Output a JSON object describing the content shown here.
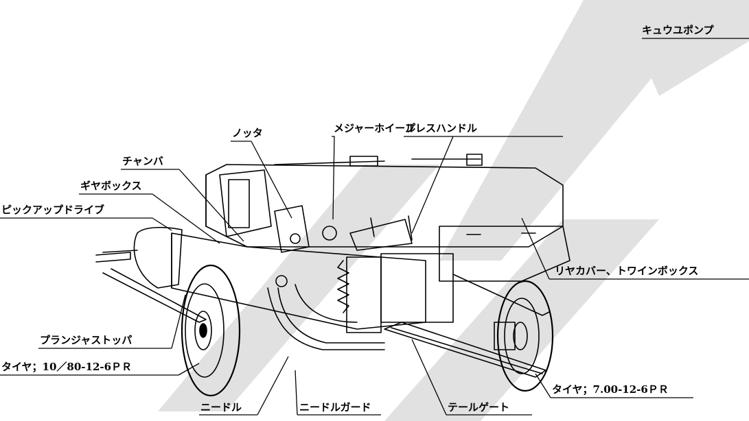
{
  "labels": {
    "fuel_pump": "キュウユポンプ",
    "knotter": "ノッタ",
    "measure_wheel": "メジャーホイール",
    "press_handle": "プレスハンドル",
    "chamber": "チャンバ",
    "gearbox": "ギヤボックス",
    "pickup_drive": "ピックアップドライブ",
    "rear_cover": "リヤカバー、トワインボックス",
    "plunger_stopper": "プランジャストッパ",
    "tire_left": "タイヤ；10／80-12-6ＰＲ",
    "tire_right": "タイヤ；7.00-12-6ＰＲ",
    "needle": "ニードル",
    "needle_guard": "ニードルガード",
    "tailgate": "テールゲート"
  },
  "colors": {
    "ink": "#000000",
    "watermark": "#dcdcdc",
    "paper": "#ffffff"
  }
}
